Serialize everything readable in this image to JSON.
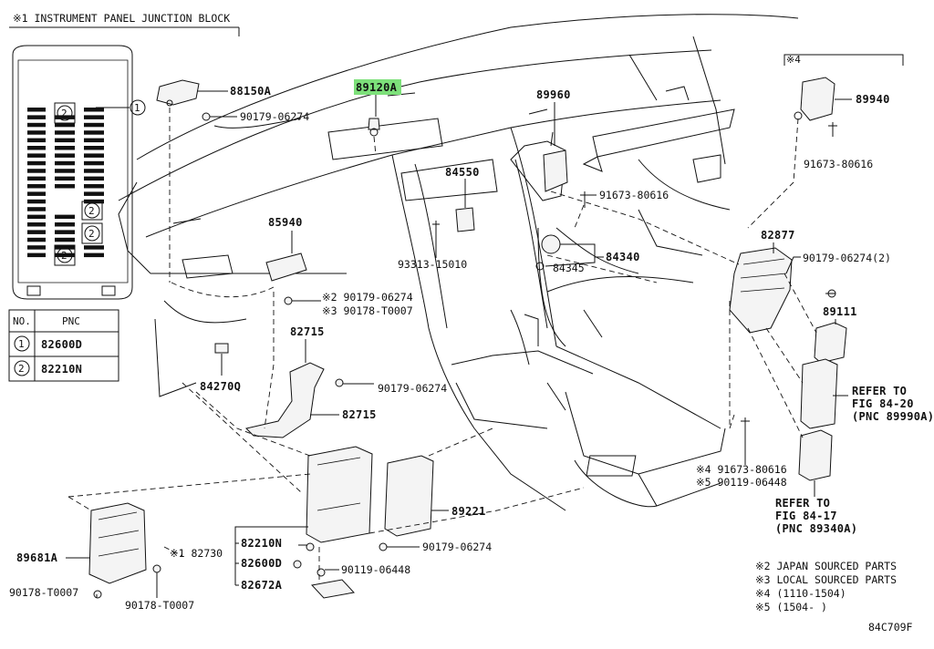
{
  "inset": {
    "title": "※1 INSTRUMENT PANEL JUNCTION BLOCK",
    "legend_header_no": "NO.",
    "legend_header_pnc": "PNC",
    "legend_rows": [
      {
        "no": "1",
        "pnc": "82600D"
      },
      {
        "no": "2",
        "pnc": "82210N"
      }
    ],
    "callout_1": "1",
    "fuse_marker": "2"
  },
  "parts": {
    "p88150A": "88150A",
    "p89120A": "89120A",
    "p90179_a": "90179-06274",
    "p89960": "89960",
    "p84550": "84550",
    "p91673_a": "91673-80616",
    "p85940": "85940",
    "p93313": "93313-15010",
    "p84340": "84340",
    "p84345": "84345",
    "p90179_b": "※2 90179-06274",
    "p90178_a": "※3 90178-T0007",
    "p82715_a": "82715",
    "p82715_b": "82715",
    "p84270Q": "84270Q",
    "p90179_c": "90179-06274",
    "p89940": "89940",
    "p91673_b": "91673-80616",
    "marker4": "※4",
    "p82877": "82877",
    "p90179_d": "90179-06274(2)",
    "p89111": "89111",
    "refer1": [
      "REFER TO",
      "FIG 84-20",
      "(PNC 89990A)"
    ],
    "refer2": [
      "REFER TO",
      "FIG 84-17",
      "(PNC 89340A)"
    ],
    "p91673_c": "※4 91673-80616",
    "p90119_a": "※5 90119-06448",
    "p89221": "89221",
    "p90179_e": "90179-06274",
    "p89681A": "89681A",
    "p82730": "※1 82730",
    "p82210N": "82210N",
    "p82600D": "82600D",
    "p82672A": "82672A",
    "p90119_b": "90119-06448",
    "p90178_b": "90178-T0007",
    "p90178_c": "90178-T0007"
  },
  "notes": [
    "※2 JAPAN SOURCED PARTS",
    "※3 LOCAL SOURCED PARTS",
    "※4 (1110-1504)",
    "※5 (1504-     )"
  ],
  "figure_code": "84C709F",
  "colors": {
    "highlight": "#7de07a",
    "ink": "#111111"
  }
}
